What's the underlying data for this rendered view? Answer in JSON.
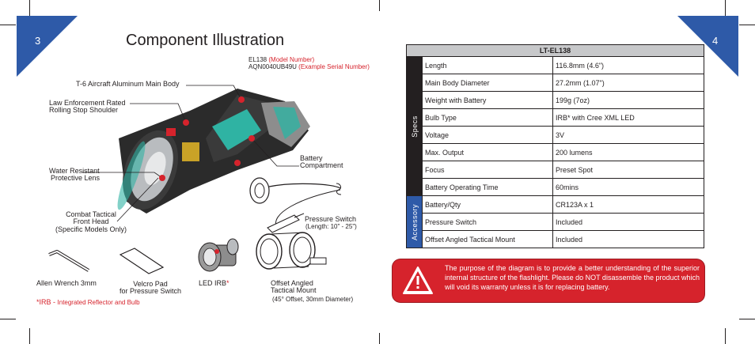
{
  "left_page": {
    "page_number": "3",
    "title": "Component Illustration",
    "model_line": {
      "value": "EL138",
      "note": "(Model Number)"
    },
    "serial_line": {
      "value": "AQN0040UB49U",
      "note": "(Example Serial Number)"
    },
    "callouts": {
      "body": "T-6 Aircraft Aluminum Main Body",
      "shoulder_1": "Law Enforcement Rated",
      "shoulder_2": "Rolling Stop Shoulder",
      "lens_1": "Water Resistant",
      "lens_2": "Protective Lens",
      "head_1": "Combat Tactical",
      "head_2": "Front Head",
      "head_3": "(Specific Models Only)",
      "battery_1": "Battery",
      "battery_2": "Compartment",
      "pressure": "Pressure Switch",
      "pressure_len": "(Length: 10\" - 25\")"
    },
    "accessories": {
      "wrench": "Allen Wrench 3mm",
      "velcro_1": "Velcro Pad",
      "velcro_2": "for Pressure Switch",
      "led": "LED IRB",
      "led_mark": "*",
      "mount_1": "Offset Angled",
      "mount_2": "Tactical Mount",
      "mount_note": "(45° Offset, 30mm Diameter)"
    },
    "footnote": {
      "mark": "*IRB - ",
      "text": "Integrated Reflector and Bulb"
    }
  },
  "right_page": {
    "page_number": "4",
    "table": {
      "header": "LT-EL138",
      "groups": [
        {
          "label": "Specs",
          "rows": [
            {
              "name": "Length",
              "value": "116.8mm (4.6\")"
            },
            {
              "name": "Main Body Diameter",
              "value": "27.2mm (1.07\")"
            },
            {
              "name": "Weight with Battery",
              "value": "199g (7oz)"
            },
            {
              "name": "Bulb Type",
              "value": "IRB* with Cree XML LED"
            },
            {
              "name": "Voltage",
              "value": "3V"
            },
            {
              "name": "Max. Output",
              "value": "200 lumens"
            },
            {
              "name": "Focus",
              "value": "Preset Spot"
            },
            {
              "name": "Battery Operating Time",
              "value": "60mins"
            }
          ]
        },
        {
          "label": "Accessory",
          "rows": [
            {
              "name": "Battery/Qty",
              "value": "CR123A x 1"
            },
            {
              "name": "Pressure Switch",
              "value": "Included"
            },
            {
              "name": "Offset Angled Tactical Mount",
              "value": "Included"
            }
          ]
        }
      ]
    },
    "warning": "The purpose of the diagram is to provide a better understanding of the superior internal structure of the flashlight. Please do NOT disassemble the product which will void its warranty unless it is for replacing battery."
  },
  "colors": {
    "accent_blue": "#2e5aa8",
    "alert_red": "#d6232c",
    "teal": "#2fb3a3"
  }
}
